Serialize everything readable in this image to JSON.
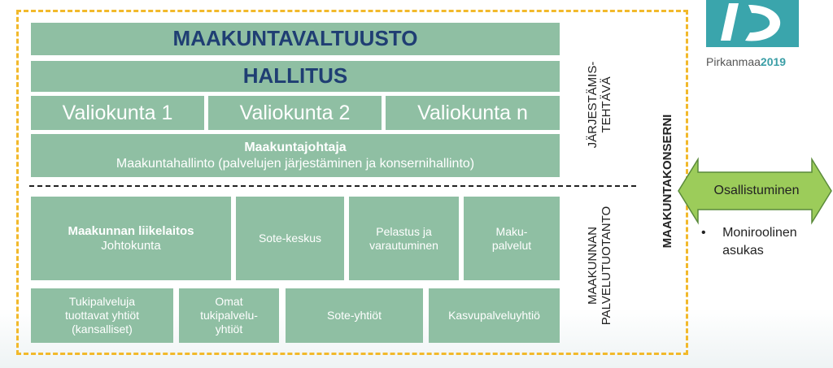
{
  "governance": {
    "council": "MAAKUNTAVALTUUSTO",
    "board": "HALLITUS",
    "committees": [
      "Valiokunta 1",
      "Valiokunta 2",
      "Valiokunta n"
    ],
    "director_title": "Maakuntajohtaja",
    "director_desc": "Maakuntahallinto (palvelujen järjestäminen ja konsernihallinto)",
    "side_label_line1": "JÄRJESTÄMIS-",
    "side_label_line2": "TEHTÄVÄ"
  },
  "production": {
    "enterprise_title": "Maakunnan liikelaitos",
    "enterprise_sub": "Johtokunta",
    "sote_center": "Sote-keskus",
    "rescue_line1": "Pelastus ja",
    "rescue_line2": "varautuminen",
    "maku_line1": "Maku-",
    "maku_line2": "palvelut",
    "support_line1": "Tukipalveluja",
    "support_line2": "tuottavat yhtiöt",
    "support_line3": "(kansalliset)",
    "own_line1": "Omat",
    "own_line2": "tukipalvelu-",
    "own_line3": "yhtiöt",
    "sote_companies": "Sote-yhtiöt",
    "growth_company": "Kasvupalveluyhtiö",
    "side_label_line1": "MAAKUNNAN",
    "side_label_line2": "PALVELUTUOTANTO"
  },
  "konserni_label": "MAAKUNTAKONSERNI",
  "participation": {
    "arrow_label": "Osallistuminen",
    "bullet_line1": "Moniroolinen",
    "bullet_line2": "asukas"
  },
  "logo": {
    "name": "Pirkanmaa",
    "year": "2019",
    "icon": "pirkanmaa-logo-icon"
  },
  "colors": {
    "box": "#8fbfa3",
    "title_text": "#1f3e73",
    "frame": "#f2b92b",
    "arrow_fill": "#9ccc5a",
    "logo": "#3a9ea6"
  }
}
